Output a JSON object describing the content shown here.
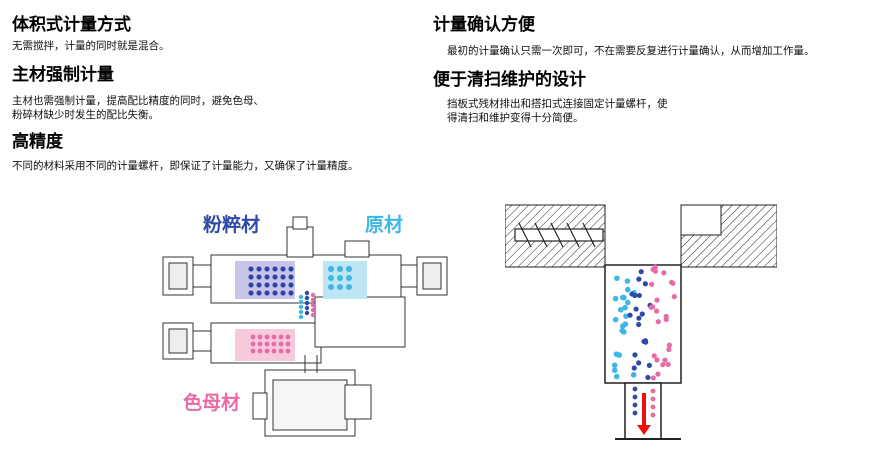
{
  "left": {
    "s1": {
      "title": "体积式计量方式",
      "text": "无需搅拌，计量的同时就是混合。"
    },
    "s2": {
      "title": "主材强制计量",
      "text": "主材也需强制计量，提高配比精度的同时，避免色母、\n粉碎材缺少时发生的配比失衡。"
    },
    "s3": {
      "title": "高精度",
      "text": "不同的材料采用不同的计量螺杆，即保证了计量能力，又确保了计量精度。"
    }
  },
  "right": {
    "s1": {
      "title": "计量确认方便",
      "text": "最初的计量确认只需一次即可，不在需要反复进行计量确认，从而增加工作量。"
    },
    "s2": {
      "title": "便于清扫维护的设计",
      "text": "挡板式残材排出和搭扣式连接固定计量螺杆，使\n得清扫和维护变得十分简便。"
    }
  },
  "machine_labels": {
    "crushed": "粉粹材",
    "raw": "原材",
    "masterbatch": "色母材"
  },
  "colors": {
    "blue": "#2f4aa6",
    "cyan": "#3fb6e6",
    "pink": "#e86aa6",
    "red": "#e11",
    "purple_fill": "#c9c4ea",
    "cyan_fill": "#bfe6f5",
    "pink_fill": "#f7c9dd"
  }
}
